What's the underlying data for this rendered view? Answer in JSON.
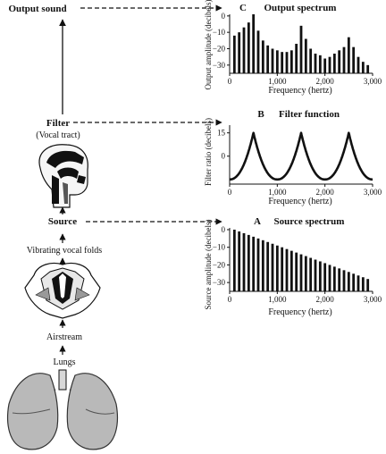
{
  "left": {
    "output_sound": "Output sound",
    "filter": "Filter",
    "filter_sub": "(Vocal tract)",
    "source": "Source",
    "vibrating": "Vibrating vocal folds",
    "airstream": "Airstream",
    "lungs": "Lungs"
  },
  "chart_data": [
    {
      "id": "output",
      "type": "bar",
      "letter": "C",
      "title": "Output spectrum",
      "xlabel": "Frequency (hertz)",
      "ylabel": "Output amplitude (decibels)",
      "xlim": [
        0,
        3000
      ],
      "ylim": [
        -35,
        1
      ],
      "xticks": [
        0,
        1000,
        2000,
        3000
      ],
      "xtick_labels": [
        "0",
        "1,000",
        "2,000",
        "3,000"
      ],
      "yticks": [
        0,
        -10,
        -20,
        -30
      ],
      "ytick_labels": [
        "0",
        "−10",
        "−20",
        "−30"
      ],
      "x": [
        100,
        200,
        300,
        400,
        500,
        600,
        700,
        800,
        900,
        1000,
        1100,
        1200,
        1300,
        1400,
        1500,
        1600,
        1700,
        1800,
        1900,
        2000,
        2100,
        2200,
        2300,
        2400,
        2500,
        2600,
        2700,
        2800,
        2900
      ],
      "values": [
        -12,
        -10,
        -7,
        -4,
        1,
        -9,
        -15,
        -18,
        -20,
        -21,
        -22,
        -22,
        -21,
        -17,
        -6,
        -14,
        -20,
        -23,
        -24,
        -26,
        -25,
        -23,
        -21,
        -19,
        -13,
        -19,
        -25,
        -28,
        -30
      ]
    },
    {
      "id": "filter",
      "type": "line",
      "letter": "B",
      "title": "Filter function",
      "xlabel": "Frequency (hertz)",
      "ylabel": "Filter ratio (decibels)",
      "xlim": [
        0,
        3000
      ],
      "ylim": [
        -18,
        20
      ],
      "xticks": [
        0,
        1000,
        2000,
        3000
      ],
      "xtick_labels": [
        "0",
        "1,000",
        "2,000",
        "3,000"
      ],
      "yticks": [
        15,
        0
      ],
      "ytick_labels": [
        "15",
        "0"
      ],
      "formants": [
        500,
        1500,
        2500
      ],
      "peak": 15,
      "floor": -15
    },
    {
      "id": "source",
      "type": "bar",
      "letter": "A",
      "title": "Source spectrum",
      "xlabel": "Frequency (hertz)",
      "ylabel": "Source amplitude (decibels)",
      "xlim": [
        0,
        3000
      ],
      "ylim": [
        -35,
        1
      ],
      "xticks": [
        0,
        1000,
        2000,
        3000
      ],
      "xtick_labels": [
        "0",
        "1,000",
        "2,000",
        "3,000"
      ],
      "yticks": [
        0,
        -10,
        -20,
        -30
      ],
      "ytick_labels": [
        "0",
        "−10",
        "−20",
        "−30"
      ],
      "x": [
        100,
        200,
        300,
        400,
        500,
        600,
        700,
        800,
        900,
        1000,
        1100,
        1200,
        1300,
        1400,
        1500,
        1600,
        1700,
        1800,
        1900,
        2000,
        2100,
        2200,
        2300,
        2400,
        2500,
        2600,
        2700,
        2800,
        2900
      ],
      "values": [
        0,
        -1,
        -2,
        -3,
        -4,
        -5,
        -6,
        -7,
        -8,
        -9,
        -10,
        -11,
        -12,
        -13,
        -14,
        -15,
        -16,
        -17,
        -18,
        -19,
        -20,
        -21,
        -22,
        -23,
        -24,
        -25,
        -26,
        -27,
        -28
      ]
    }
  ]
}
